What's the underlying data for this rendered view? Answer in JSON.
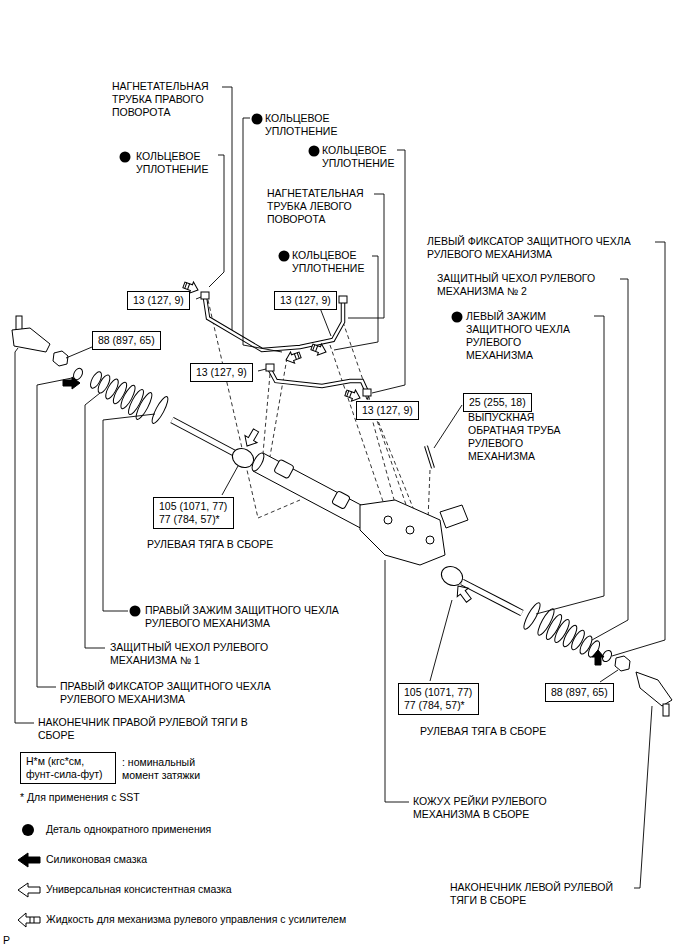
{
  "diagram": {
    "nodes": [
      {
        "text": [
          "13 (127, 9)"
        ]
      },
      {
        "text": [
          "13 (127, 9)"
        ]
      },
      {
        "text": [
          "88 (897, 65)"
        ]
      },
      {
        "text": [
          "13 (127, 9)"
        ]
      },
      {
        "text": [
          "25 (255, 18)"
        ]
      },
      {
        "text": [
          "13 (127, 9)"
        ]
      },
      {
        "text": [
          "105 (1071, 77)",
          "77 (784, 57)*"
        ]
      },
      {
        "text": [
          "105 (1071, 77)",
          "77 (784, 57)*"
        ]
      },
      {
        "text": [
          "88 (897, 65)"
        ]
      },
      {
        "text": [
          "Н*м (кгс*см, фунт-сила-фут)"
        ]
      }
    ],
    "labels": [
      "НАГНЕТАТЕЛЬНАЯ ТРУБКА ПРАВОГО ПОВОРОТА",
      "КОЛЬЦЕВОЕ УПЛОТНЕНИЕ",
      "КОЛЬЦЕВОЕ УПЛОТНЕНИЕ",
      "КОЛЬЦЕВОЕ УПЛОТНЕНИЕ",
      "НАГНЕТАТЕЛЬНАЯ ТРУБКА ЛЕВОГО ПОВОРОТА",
      "ЛЕВЫЙ ФИКСАТОР ЗАЩИТНОГО ЧЕХЛА РУЛЕВОГО МЕХАНИЗМА",
      "КОЛЬЦЕВОЕ УПЛОТНЕНИЕ",
      "ЗАЩИТНЫЙ ЧЕХОЛ РУЛЕВОГО МЕХАНИЗМА № 2",
      "ЛЕВЫЙ ЗАЖИМ ЗАЩИТНОГО ЧЕХЛА РУЛЕВОГО МЕХАНИЗМА",
      "ВЫПУСКНАЯ ОБРАТНАЯ ТРУБА РУЛЕВОГО МЕХАНИЗМА",
      "РУЛЕВАЯ ТЯГА В СБОРЕ",
      "ПРАВЫЙ ЗАЖИМ ЗАЩИТНОГО ЧЕХЛА РУЛЕВОГО МЕХАНИЗМА",
      "ЗАЩИТНЫЙ ЧЕХОЛ РУЛЕВОГО МЕХАНИЗМА № 1",
      "ПРАВЫЙ ФИКСАТОР ЗАЩИТНОГО ЧЕХЛА РУЛЕВОГО МЕХАНИЗМА",
      "НАКОНЕЧНИК ПРАВОЙ РУЛЕВОЙ ТЯГИ В СБОРЕ",
      "РУЛЕВАЯ ТЯГА В СБОРЕ",
      "* Для применения с SST",
      "КОЖУХ РЕЙКИ РУЛЕВОГО МЕХАНИЗМА В СБОРЕ",
      "НАКОНЕЧНИК ЛЕВОЙ РУЛЕВОЙ ТЯГИ В СБОРЕ",
      "P"
    ],
    "legend": [
      {
        "text": ": номинальный момент затяжки"
      },
      {
        "text": "Деталь однократного применения"
      },
      {
        "text": "Силиконовая смазка"
      },
      {
        "text": "Универсальная консистентная смазка"
      },
      {
        "text": "Жидкость для механизма рулевого управления с усилителем"
      }
    ]
  }
}
